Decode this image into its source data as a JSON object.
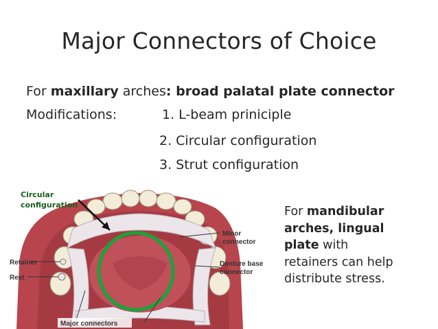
{
  "title": "Major Connectors of Choice",
  "line1": {
    "prefix": "For ",
    "bold1": "maxillary",
    "mid": " arches",
    "bold2": ": broad palatal plate connector"
  },
  "line2": {
    "label": "Modifications:",
    "item": "1. L-beam priniciple"
  },
  "line3": "2. Circular configuration",
  "line4": "3. Strut configuration",
  "callout": {
    "line1": "Circular",
    "line2": "configuration"
  },
  "figure_labels": {
    "minor1": "Minor",
    "minor2": "connector",
    "retainer": "Retainer",
    "rest": "Rest",
    "denture1": "Denture base",
    "denture2": "connector",
    "major": "Major connectors"
  },
  "side": {
    "prefix": "For ",
    "bold1": "mandibular",
    "bold2": "arches, lingual",
    "bold3": "plate",
    "mid": " with",
    "rest1": "retainers can help",
    "rest2": "distribute stress."
  },
  "colors": {
    "gum": "#b8454d",
    "palate": "#c0505a",
    "framework": "#ece6ea",
    "tooth": "#f2ecd8",
    "highlight_circle": "#1aa33a",
    "callout_text": "#1a5e1a"
  }
}
